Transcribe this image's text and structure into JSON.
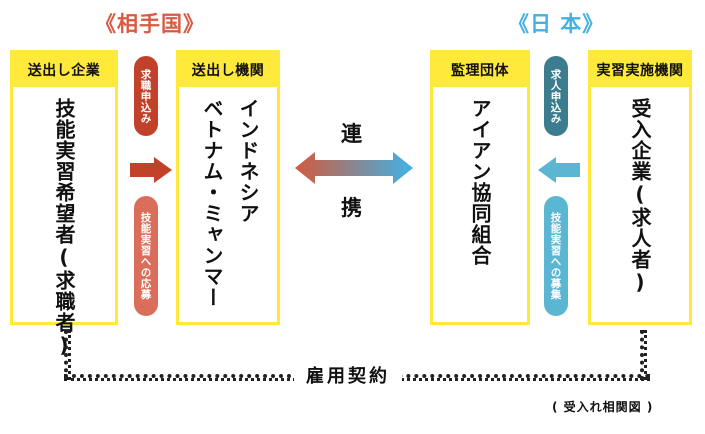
{
  "regions": {
    "partner_country": "《相手国》",
    "japan": "《日 本》"
  },
  "boxes": {
    "sender_org": {
      "head": "送出し企業",
      "body": "技能実習希望者(求職者)"
    },
    "sending_agency": {
      "head": "送出し機関",
      "line1": "インドネシア",
      "line2": "ベトナム・ミャンマー"
    },
    "supervising_org": {
      "head": "監理団体",
      "body": "アイアン協同組合"
    },
    "implementing_org": {
      "head": "実習実施機関",
      "body": "受入企業(求人者)"
    }
  },
  "left_pills": {
    "top": "求職申込み",
    "bottom": "技能実習への応募"
  },
  "right_pills": {
    "top": "求人申込み",
    "bottom": "技能実習への募集"
  },
  "center": {
    "top_char": "連",
    "bottom_char": "携"
  },
  "employment_contract": "雇用契約",
  "caption": "( 受入れ相関図 )",
  "colors": {
    "yellow": "#ffe93b",
    "red": "#c2412a",
    "salmon": "#db6e5a",
    "teal": "#3b7c8e",
    "lightblue": "#5ab6d3",
    "partner_title": "#d85a42",
    "japan_title": "#43b2e1"
  }
}
